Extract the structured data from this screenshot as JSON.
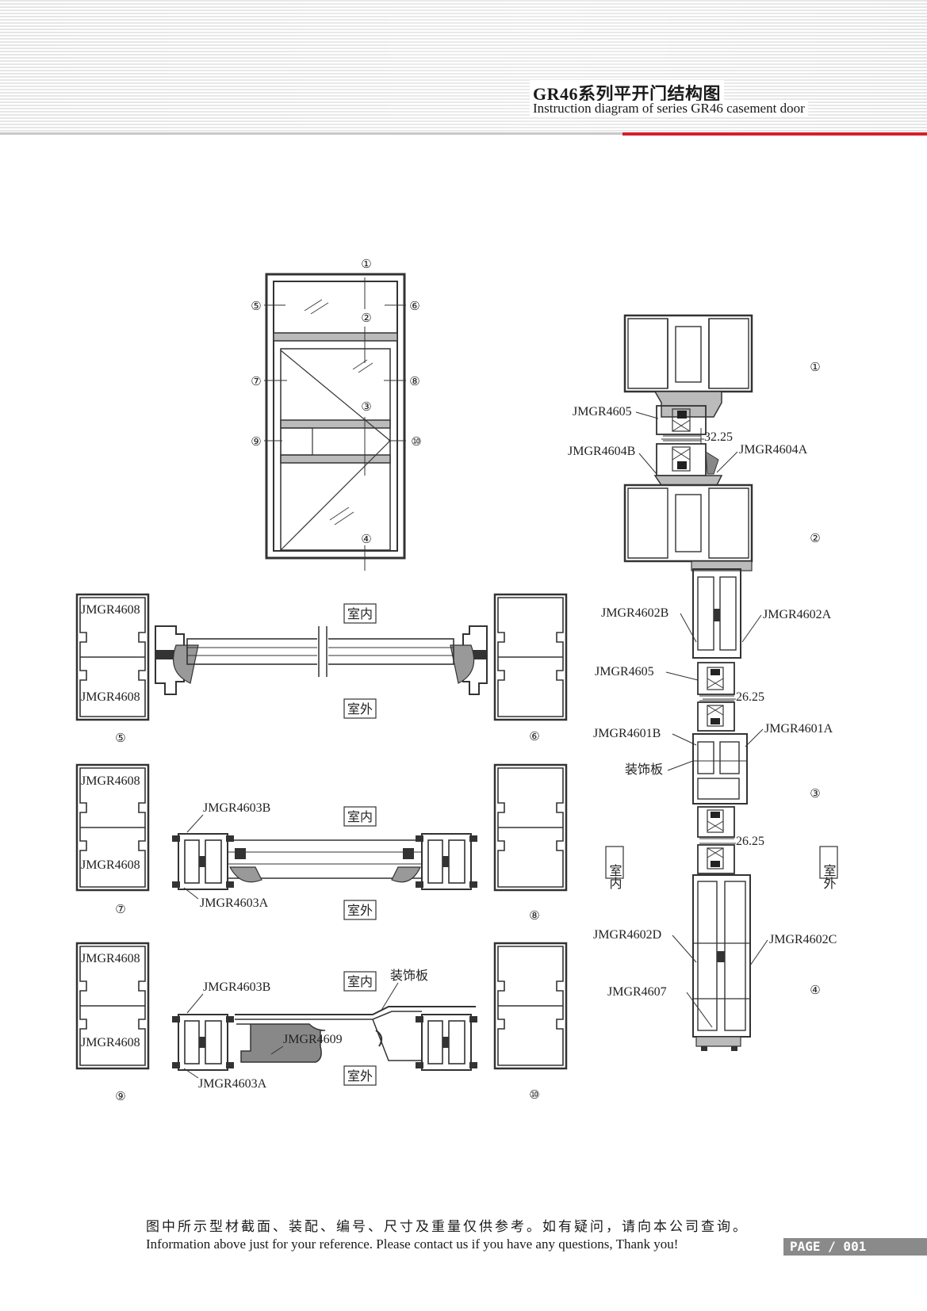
{
  "header": {
    "title_cn": "GR46系列平开门结构图",
    "title_en": "Instruction diagram of series GR46 casement door"
  },
  "door_elevation": {
    "callouts": [
      "①",
      "②",
      "③",
      "④",
      "⑤",
      "⑥",
      "⑦",
      "⑧",
      "⑨",
      "⑩"
    ]
  },
  "plan_labels": {
    "indoor": "室内",
    "outdoor": "室外",
    "decor_panel": "装饰板"
  },
  "sections": {
    "s5": "⑤",
    "s6": "⑥",
    "s7": "⑦",
    "s8": "⑧",
    "s9": "⑨",
    "s10": "⑩",
    "part_4608": "JMGR4608",
    "part_4603b": "JMGR4603B",
    "part_4603a": "JMGR4603A",
    "part_4609": "JMGR4609"
  },
  "vertical_section": {
    "part_4605": "JMGR4605",
    "part_4604b": "JMGR4604B",
    "part_4604a": "JMGR4604A",
    "dim_1": "32.25",
    "part_4602b": "JMGR4602B",
    "part_4602a": "JMGR4602A",
    "dim_2": "26.25",
    "part_4601b": "JMGR4601B",
    "part_4601a": "JMGR4601A",
    "decor": "装饰板",
    "dim_3": "26.25",
    "indoor": "室内",
    "outdoor": "室外",
    "part_4602d": "JMGR4602D",
    "part_4602c": "JMGR4602C",
    "part_4607": "JMGR4607",
    "mark_1": "①",
    "mark_2": "②",
    "mark_3": "③",
    "mark_4": "④"
  },
  "footer": {
    "note_cn": "图中所示型材截面、装配、编号、尺寸及重量仅供参考。如有疑问，请向本公司查询。",
    "note_en": "Information above just for your reference. Please contact us if you have any questions, Thank you!",
    "page": "PAGE / 001"
  }
}
